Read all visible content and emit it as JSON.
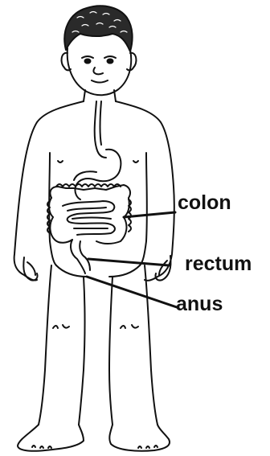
{
  "labels": {
    "colon": "colon",
    "rectum": "rectum",
    "anus": "anus"
  },
  "colors": {
    "ink": "#111111",
    "background": "#ffffff"
  }
}
